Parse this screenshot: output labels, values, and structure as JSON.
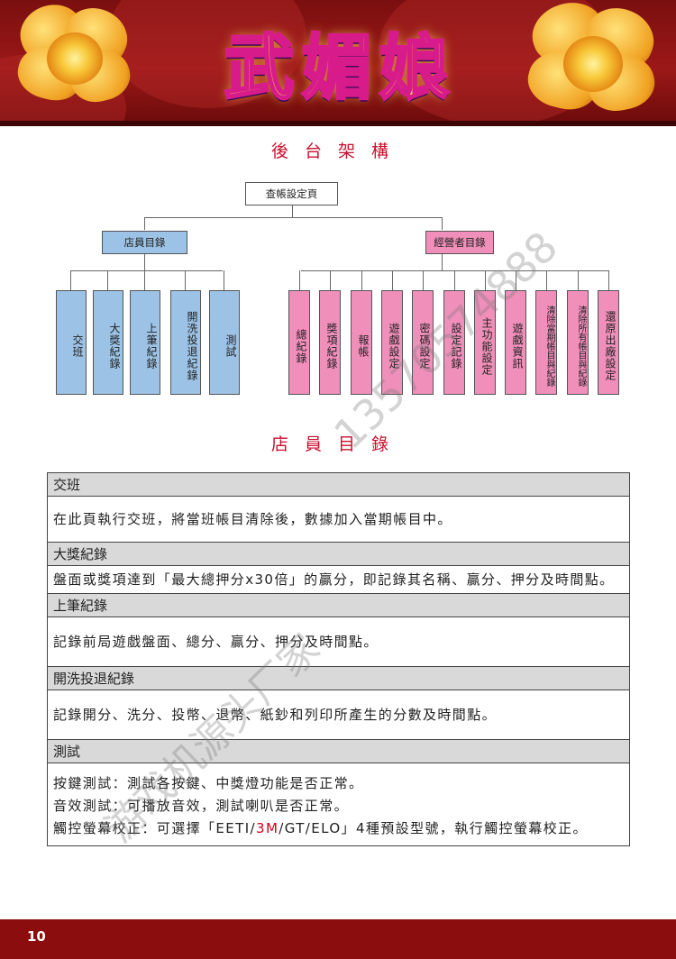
{
  "header": {
    "logo_text": "武媚娘"
  },
  "section1": {
    "title": "後台架構"
  },
  "org": {
    "root": "查帳設定頁",
    "left_group": {
      "label": "店員目錄",
      "items": [
        "交班",
        "大獎紀錄",
        "上筆紀錄",
        "開洗投退紀錄",
        "測試"
      ]
    },
    "right_group": {
      "label": "經營者目錄",
      "items": [
        "總紀錄",
        "獎項紀錄",
        "報帳",
        "遊戲設定",
        "密碼設定",
        "設定記錄",
        "主功能設定",
        "遊戲資訊",
        "清除當期帳目與紀錄",
        "清除所有帳目與紀錄",
        "還原出廠設定"
      ]
    }
  },
  "section2": {
    "title": "店員目錄"
  },
  "table": {
    "rows": [
      {
        "header": "交班",
        "body": "在此頁執行交班，將當班帳目清除後，數據加入當期帳目中。"
      },
      {
        "header": "大獎紀錄",
        "body": "盤面或獎項達到「最大總押分x30倍」的贏分，即記錄其名稱、贏分、押分及時間點。"
      },
      {
        "header": "上筆紀錄",
        "body": "記錄前局遊戲盤面、總分、贏分、押分及時間點。"
      },
      {
        "header": "開洗投退紀錄",
        "body": "記錄開分、洗分、投幣、退幣、紙鈔和列印所產生的分數及時間點。"
      },
      {
        "header": "測試",
        "body_lines": [
          "按鍵測試：測試各按鍵、中獎燈功能是否正常。",
          "音效測試：可播放音效，測試喇叭是否正常。"
        ],
        "body_last_pre": "觸控螢幕校正：可選擇「EETI/",
        "body_last_red": "3M",
        "body_last_post": "/GT/ELO」4種預設型號，執行觸控螢幕校正。"
      }
    ]
  },
  "watermark": {
    "line1": "13570574888",
    "line2": "游戏机源头厂家"
  },
  "footer": {
    "page_number": "10"
  },
  "colors": {
    "accent_red": "#c8102e",
    "blue_box": "#9cc3e6",
    "pink_box": "#ef8fba",
    "banner": "#8b0d0d"
  }
}
